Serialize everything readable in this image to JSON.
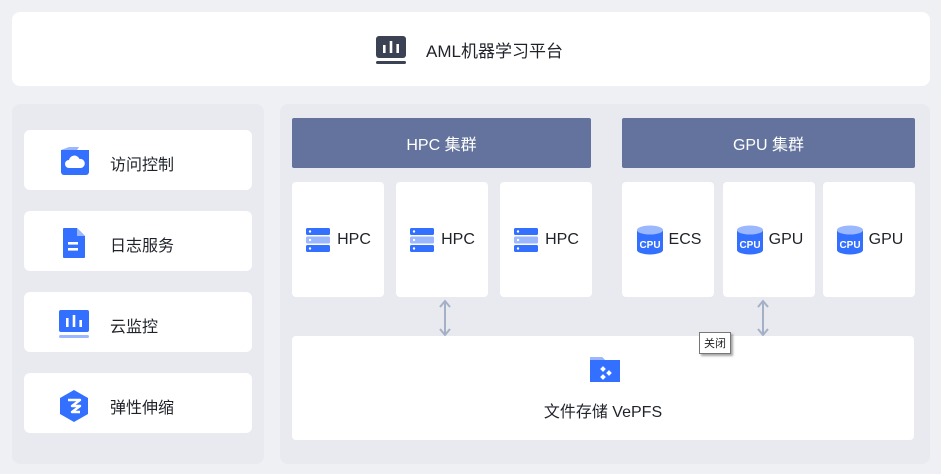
{
  "header": {
    "title": "AML机器学习平台",
    "icon": "chart-bar-icon"
  },
  "sidebar": {
    "items": [
      {
        "label": "访问控制",
        "icon": "cloud-icon"
      },
      {
        "label": "日志服务",
        "icon": "document-icon"
      },
      {
        "label": "云监控",
        "icon": "monitor-chart-icon"
      },
      {
        "label": "弹性伸缩",
        "icon": "hexagon-scaling-icon"
      }
    ]
  },
  "clusters": {
    "hpc": {
      "title": "HPC 集群",
      "nodes": [
        "HPC",
        "HPC",
        "HPC"
      ],
      "node_icon": "server-rack-icon"
    },
    "gpu": {
      "title": "GPU 集群",
      "nodes": [
        "ECS",
        "GPU",
        "GPU"
      ],
      "node_icon": "cpu-cylinder-icon",
      "icon_text": "CPU"
    }
  },
  "storage": {
    "label": "文件存储 VePFS",
    "icon": "file-storage-icon"
  },
  "tooltip": {
    "text": "关闭"
  },
  "colors": {
    "accent": "#3370ff",
    "cluster_header": "#63739d",
    "panel": "#e8eaef"
  }
}
